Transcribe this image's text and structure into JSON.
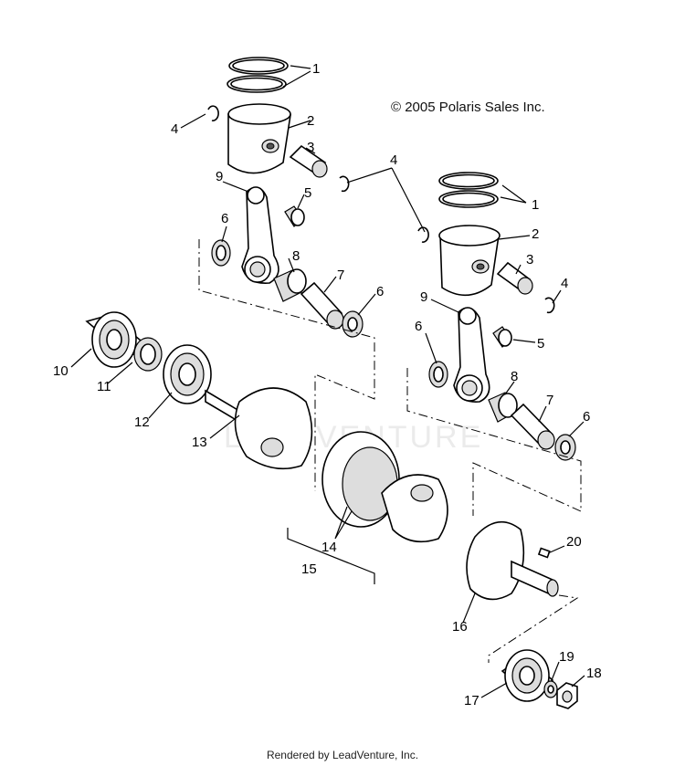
{
  "copyright": "© 2005 Polaris Sales Inc.",
  "footer": "Rendered by LeadVenture, Inc.",
  "watermark": "LEADVENTURE",
  "callouts": {
    "c1a": "1",
    "c2a": "2",
    "c3a": "3",
    "c4a": "4",
    "c4top": "4",
    "c9a": "9",
    "c5a": "5",
    "c6a": "6",
    "c8a": "8",
    "c7a": "7",
    "c6b": "6",
    "c1b": "1",
    "c2b": "2",
    "c3b": "3",
    "c4b": "4",
    "c9b": "9",
    "c6c": "6",
    "c5b": "5",
    "c8b": "8",
    "c7b": "7",
    "c6d": "6",
    "c10": "10",
    "c11": "11",
    "c12": "12",
    "c13": "13",
    "c14": "14",
    "c15": "15",
    "c20": "20",
    "c16": "16",
    "c17": "17",
    "c19": "19",
    "c18": "18"
  }
}
